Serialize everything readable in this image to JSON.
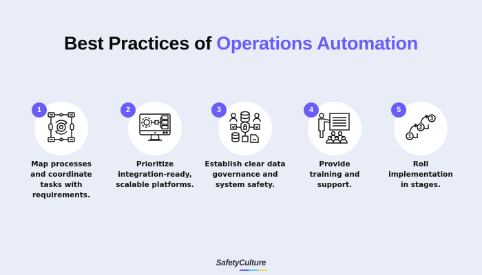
{
  "title": {
    "prefix": "Best Practices of ",
    "accent": "Operations Automation"
  },
  "colors": {
    "background": "#e9edf7",
    "accent": "#6a5cf6",
    "badge": "#6a5cf6",
    "circle": "#ffffff",
    "text": "#111111",
    "logo_stripes": [
      "#6a5cf6",
      "#5ec8f0",
      "#f5d84e"
    ]
  },
  "steps": [
    {
      "number": "1",
      "icon": "process-map-gear-icon",
      "lines": [
        "Map processes",
        "and coordinate",
        "tasks with",
        "requirements."
      ]
    },
    {
      "number": "2",
      "icon": "monitor-integration-icon",
      "lines": [
        "Prioritize",
        "integration-ready,",
        "scalable platforms."
      ]
    },
    {
      "number": "3",
      "icon": "data-governance-shield-icon",
      "lines": [
        "Establish clear data",
        "governance and",
        "system safety."
      ]
    },
    {
      "number": "4",
      "icon": "training-presentation-icon",
      "lines": [
        "Provide",
        "training and",
        "support."
      ]
    },
    {
      "number": "5",
      "icon": "staged-steps-icon",
      "lines": [
        "Roll",
        "implementation",
        "in stages."
      ]
    }
  ],
  "footer": {
    "logo": "SafetyCulture"
  }
}
